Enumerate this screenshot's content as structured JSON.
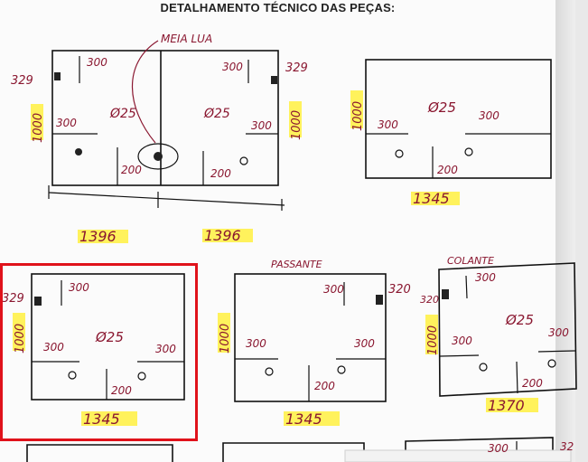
{
  "document": {
    "title": "DETALHAMENTO TÉCNICO DAS PEÇAS:"
  },
  "pieces": [
    {
      "id": "p1",
      "labels": {
        "top_note": "MEIA LUA",
        "left_top": "329",
        "right_top": "329",
        "height_left": "1000",
        "height_right": "1000",
        "dim_tl": "300",
        "dim_tr": "300",
        "dim_ml": "300",
        "dim_mr": "300",
        "dia_left": "Ø25",
        "dia_right": "Ø25",
        "bottom_l": "200",
        "bottom_r": "200",
        "width_left": "1396",
        "width_right": "1396"
      }
    },
    {
      "id": "p2",
      "labels": {
        "height": "1000",
        "dim_l": "300",
        "dim_r": "300",
        "dia": "Ø25",
        "bottom": "200",
        "width": "1345"
      }
    },
    {
      "id": "p3",
      "selected": true,
      "labels": {
        "left_top": "329",
        "height": "1000",
        "dim_t": "300",
        "dim_l": "300",
        "dim_r": "300",
        "dia": "Ø25",
        "bottom": "200",
        "width": "1345"
      }
    },
    {
      "id": "p4",
      "labels": {
        "top_note": "PASSANTE",
        "right_top": "320",
        "height": "1000",
        "dim_t": "300",
        "dim_l": "300",
        "dim_r": "300",
        "bottom": "200",
        "width": "1345"
      }
    },
    {
      "id": "p5",
      "labels": {
        "top_note": "COLANTE",
        "left_top": "320",
        "height": "1000",
        "dim_t": "300",
        "dim_l": "300",
        "dim_r": "300",
        "dia": "Ø25",
        "bottom": "200",
        "width": "1370"
      }
    },
    {
      "id": "p6",
      "labels": {
        "dim_t": "300",
        "right_top": "32"
      }
    }
  ],
  "colors": {
    "ink": "#8a1730",
    "highlight": "#fff14a",
    "selection": "#e0121b"
  }
}
